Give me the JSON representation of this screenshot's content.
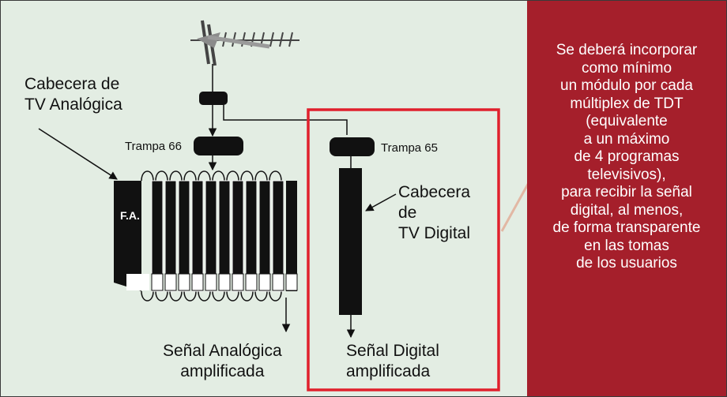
{
  "labels": {
    "analog_head": [
      "Cabecera de",
      "TV Analógica"
    ],
    "trap66": "Trampa 66",
    "trap65": "Trampa 65",
    "digital_head": [
      "Cabecera",
      "de",
      "TV Digital"
    ],
    "fa": "F.A.",
    "analog_out": [
      "Señal Analógica",
      "amplificada"
    ],
    "digital_out": [
      "Señal Digital",
      "amplificada"
    ]
  },
  "note": {
    "lines": [
      "Se deberá incorporar",
      "como mínimo",
      "un módulo por cada",
      "múltiplex de TDT",
      "(equivalente",
      "a un máximo",
      "de 4 programas",
      "televisivos),",
      "para recibir la señal",
      "digital, al menos,",
      "de forma transparente",
      "en las tomas",
      "de los usuarios"
    ]
  },
  "colors": {
    "background": "#e3ede3",
    "panel": "#a51f2b",
    "highlight_box": "#e0202c",
    "pointer_arrow": "#e2b8a4"
  }
}
